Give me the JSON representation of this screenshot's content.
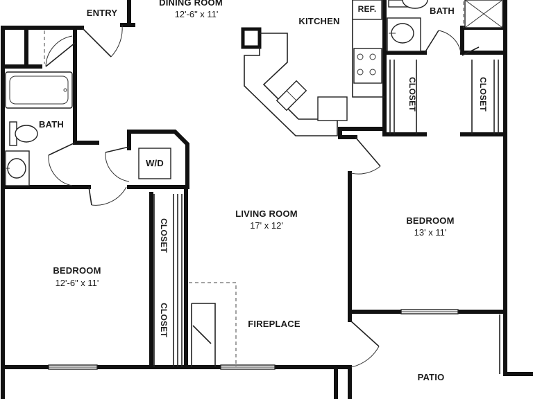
{
  "rooms": {
    "dining": {
      "name": "DINING ROOM",
      "size": "12'-6\" x 11'"
    },
    "entry": {
      "name": "ENTRY"
    },
    "kitchen": {
      "name": "KITCHEN"
    },
    "refrigerator": {
      "name": "REF."
    },
    "bath_top": {
      "name": "BATH"
    },
    "closet_right_1": {
      "name": "CLOSET"
    },
    "closet_right_2": {
      "name": "CLOSET"
    },
    "bath_left": {
      "name": "BATH"
    },
    "laundry": {
      "name": "W/D"
    },
    "living": {
      "name": "LIVING ROOM",
      "size": "17' x 12'"
    },
    "bedroom_right": {
      "name": "BEDROOM",
      "size": "13' x 11'"
    },
    "bedroom_left": {
      "name": "BEDROOM",
      "size": "12'-6\" x 11'"
    },
    "closet_left_1": {
      "name": "CLOSET"
    },
    "closet_left_2": {
      "name": "CLOSET"
    },
    "fireplace": {
      "name": "FIREPLACE"
    },
    "patio": {
      "name": "PATIO"
    }
  }
}
